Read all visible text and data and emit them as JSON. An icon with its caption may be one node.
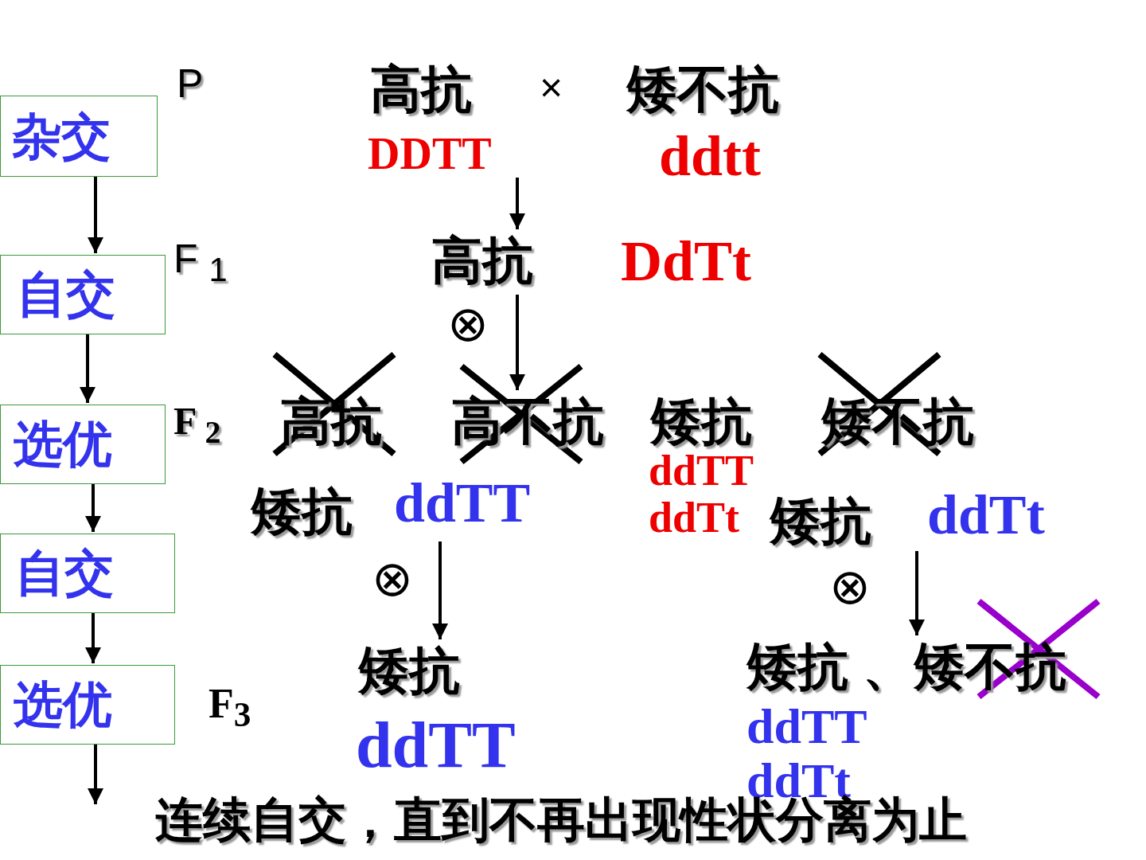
{
  "diagram": {
    "nodes": [
      {
        "text": [
          "杂交"
        ]
      },
      {
        "text": [
          "自交"
        ]
      },
      {
        "text": [
          "选优"
        ]
      },
      {
        "text": [
          "自交"
        ]
      },
      {
        "text": [
          "选优"
        ]
      },
      {
        "text": [
          "高抗",
          "DDTT"
        ]
      },
      {
        "text": [
          "矮不抗",
          "ddtt"
        ]
      },
      {
        "text": [
          "高抗",
          "DdTt"
        ]
      },
      {
        "text": [
          "高抗"
        ]
      },
      {
        "text": [
          "高不抗"
        ]
      },
      {
        "text": [
          "矮抗",
          "ddTT ddTt"
        ]
      },
      {
        "text": [
          "矮不抗"
        ]
      },
      {
        "text": [
          "矮抗",
          "ddTT"
        ]
      },
      {
        "text": [
          "矮抗",
          "ddTt"
        ]
      },
      {
        "text": [
          "矮抗",
          "ddTT"
        ]
      },
      {
        "text": [
          "矮抗 、矮不抗",
          "ddTT ddTt"
        ]
      }
    ],
    "edges": [
      {
        "from": 0,
        "to": 1,
        "arrow": "to"
      },
      {
        "from": 1,
        "to": 2,
        "arrow": "to"
      },
      {
        "from": 2,
        "to": 3,
        "arrow": "to"
      },
      {
        "from": 3,
        "to": 4,
        "arrow": "to"
      },
      {
        "from": 4,
        "to": null,
        "arrow": "to"
      },
      {
        "from": 5,
        "to": 7,
        "arrow": "to"
      },
      {
        "from": 7,
        "to": 9,
        "arrow": "to"
      },
      {
        "from": 12,
        "to": 14,
        "arrow": "to"
      },
      {
        "from": 13,
        "to": 15,
        "arrow": "to"
      }
    ],
    "labels": [
      "P",
      "×",
      "F $_{1}$",
      "⊗",
      "F $_{2}$",
      "⊗",
      "⊗",
      "F$_{3}$",
      "连续自交，直到不再出现性状分离为止"
    ]
  }
}
